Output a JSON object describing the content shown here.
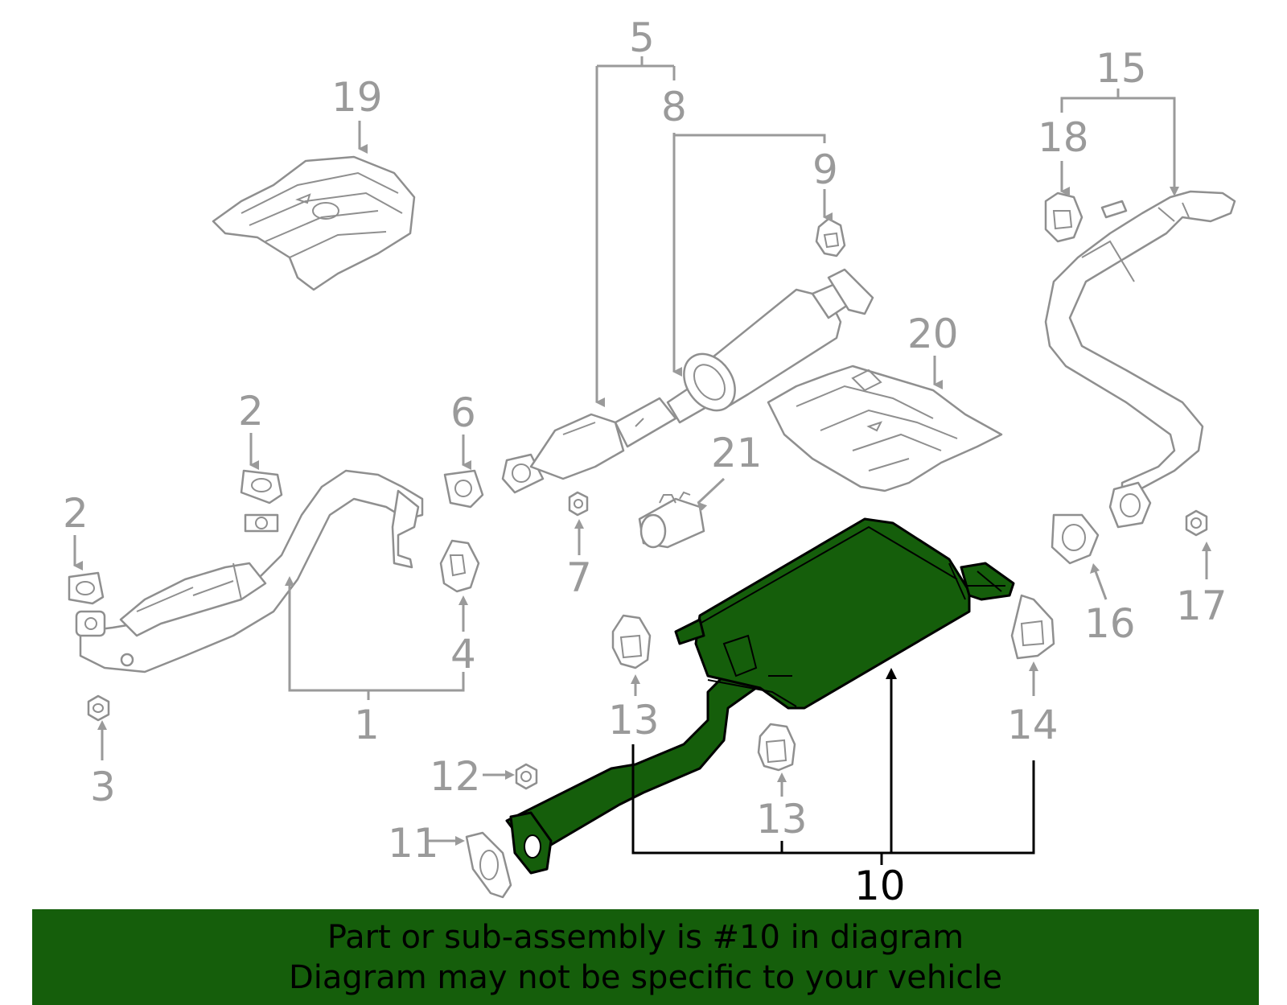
{
  "callouts": {
    "c1": "1",
    "c2a": "2",
    "c2b": "2",
    "c3": "3",
    "c4": "4",
    "c5": "5",
    "c6": "6",
    "c7": "7",
    "c8": "8",
    "c9": "9",
    "c10": "10",
    "c11": "11",
    "c12": "12",
    "c13a": "13",
    "c13b": "13",
    "c14": "14",
    "c15": "15",
    "c16": "16",
    "c17": "17",
    "c18": "18",
    "c19": "19",
    "c20": "20",
    "c21": "21"
  },
  "highlighted_part": "10",
  "colors": {
    "highlight": "#155e0b",
    "inactive": "#9a9a9a",
    "active": "#000000"
  },
  "banner": {
    "line1": "Part or sub-assembly is #10 in diagram",
    "line2": "Diagram may not be specific to your vehicle"
  }
}
